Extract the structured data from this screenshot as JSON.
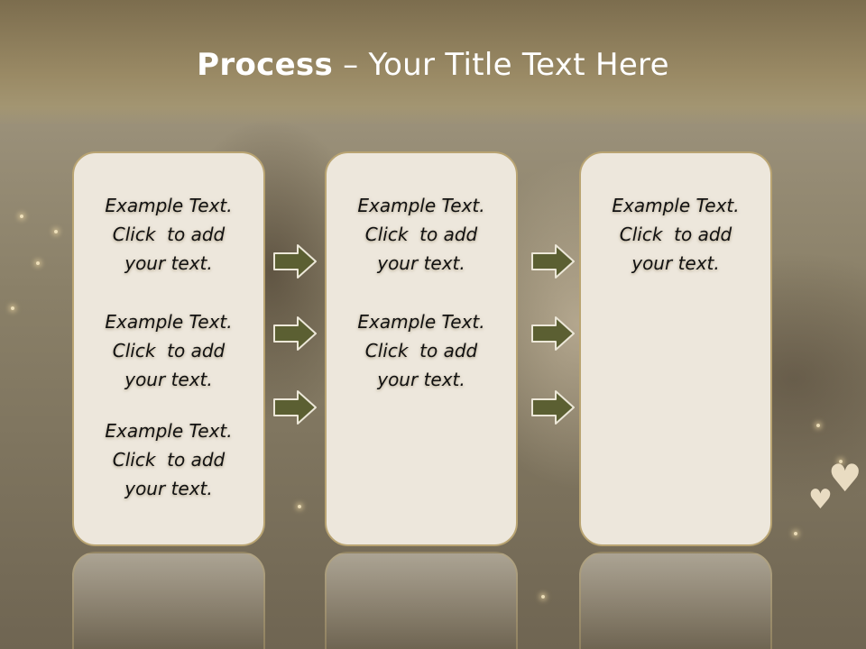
{
  "slide": {
    "title_bold": "Process",
    "title_rest": " – Your Title Text Here"
  },
  "columns": [
    {
      "items": [
        {
          "line1": "Example Text.",
          "line2": "Click  to add",
          "line3": "your text."
        },
        {
          "line1": "Example Text.",
          "line2": "Click  to add",
          "line3": "your text."
        },
        {
          "line1": "Example Text.",
          "line2": "Click  to add",
          "line3": "your text."
        }
      ]
    },
    {
      "items": [
        {
          "line1": "Example Text.",
          "line2": "Click  to add",
          "line3": "your text."
        },
        {
          "line1": "Example Text.",
          "line2": "Click  to add",
          "line3": "your text."
        }
      ]
    },
    {
      "items": [
        {
          "line1": "Example Text.",
          "line2": "Click  to add",
          "line3": "your text."
        }
      ]
    }
  ],
  "colors": {
    "panel_fill": "#ede7dc",
    "panel_border": "#b9a472",
    "arrow_fill": "#5b5f32",
    "title_band": "#8a7b59"
  },
  "icons": [
    "right-arrow-icon",
    "heart-icon"
  ]
}
